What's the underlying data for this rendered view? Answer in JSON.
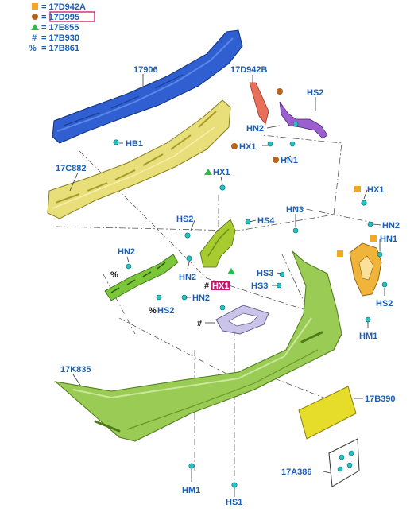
{
  "legend": {
    "items": [
      {
        "marker": "square",
        "color": "#f5a623",
        "text": "= 17D942A"
      },
      {
        "marker": "circle",
        "color": "#b8621b",
        "text": "= 17D995",
        "highlighted": true
      },
      {
        "marker": "triangle",
        "color": "#2db84b",
        "text": "= 17E855"
      },
      {
        "marker": "#",
        "color": "#111111",
        "text": "= 17B930"
      },
      {
        "marker": "%",
        "color": "#111111",
        "text": "= 17B861"
      }
    ]
  },
  "part_labels": {
    "reinforcement": "17906",
    "absorber": "17C882",
    "bracket_right_upper": "17D942B",
    "bumper_cover": "17K835",
    "license_plate": "17B390",
    "fastener_kit": "17A386"
  },
  "fastener_labels": {
    "hb1": "HB1",
    "hs2_top": "HS2",
    "hn2_top": "HN2",
    "hx1_top": "HX1",
    "hn1_top": "HN1",
    "hx1_mid": "HX1",
    "hs2_mid": "HS2",
    "hs4": "HS4",
    "hn3": "HN3",
    "hn2_left": "HN2",
    "hn2_mid": "HN2",
    "hs3_a": "HS3",
    "hs3_b": "HS3",
    "hn2_low": "HN2",
    "hs2_left": "HS2",
    "hx1_right": "HX1",
    "hn2_right": "HN2",
    "hn1_right": "HN1",
    "hs2_right": "HS2",
    "hm1_right": "HM1",
    "hx_boxed": "HX1",
    "hm1_bottom": "HM1",
    "hs1_bottom": "HS1"
  },
  "symbols": {
    "percent": "%",
    "hash": "#"
  },
  "colors": {
    "label_blue": "#1a5fb4",
    "reinforcement_blue": "#2f5fd0",
    "absorber_yellow": "#e9df7a",
    "cover_green": "#9acb55",
    "plate_yellow": "#e6dc2a",
    "bracket_orange": "#f0b43a",
    "clip_purple": "#9b5fd0",
    "fastener_cyan": "#22c3c3",
    "highlight_magenta": "#c2186b"
  }
}
